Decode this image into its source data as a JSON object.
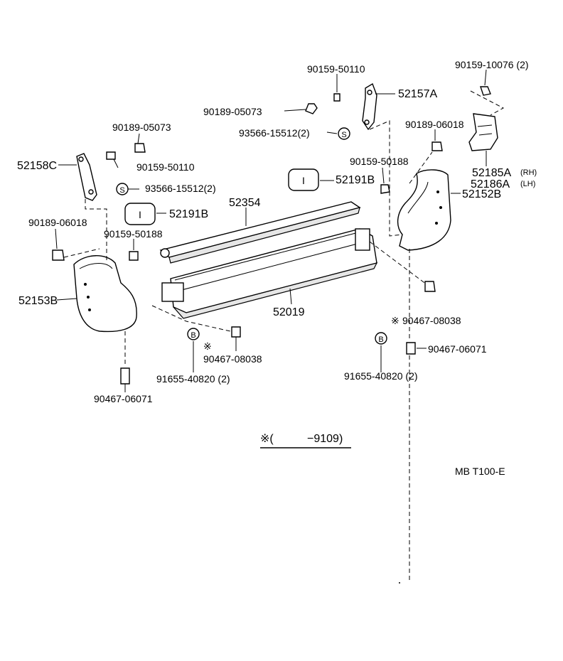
{
  "diagram_code": "MB T100-E",
  "footnote": {
    "mark": "※(",
    "range": "−9109)"
  },
  "labels": {
    "p52157A": "52157A",
    "p90159_50110_top": "90159-50110",
    "p90189_05073_top": "90189-05073",
    "p93566_right": "93566-15512(2)",
    "p90159_10076": "90159-10076 (2)",
    "p90189_06018_right": "90189-06018",
    "p52185A": "52185A",
    "p52185A_side": "(RH)",
    "p52186A": "52186A",
    "p52186A_side": "(LH)",
    "p52152B": "52152B",
    "p90159_50188_right": "90159-50188",
    "p52191B_right": "52191B",
    "p90189_05073_left": "90189-05073",
    "p52158C": "52158C",
    "p90159_50110_left": "90159-50110",
    "p93566_left": "93566-15512(2)",
    "p52354": "52354",
    "p52191B_left": "52191B",
    "p90189_06018_left": "90189-06018",
    "p90159_50188_left": "90159-50188",
    "p52153B": "52153B",
    "p52019": "52019",
    "p90467_08038_right": "90467-08038",
    "p90467_06071_right": "90467-06071",
    "p90467_08038_left": "90467-08038",
    "p91655_left": "91655-40820 (2)",
    "p91655_right": "91655-40820 (2)",
    "p90467_06071_left": "90467-06071",
    "star_mark": "※",
    "b_mark": "B",
    "s_mark": "S",
    "pad_mark": "I"
  }
}
